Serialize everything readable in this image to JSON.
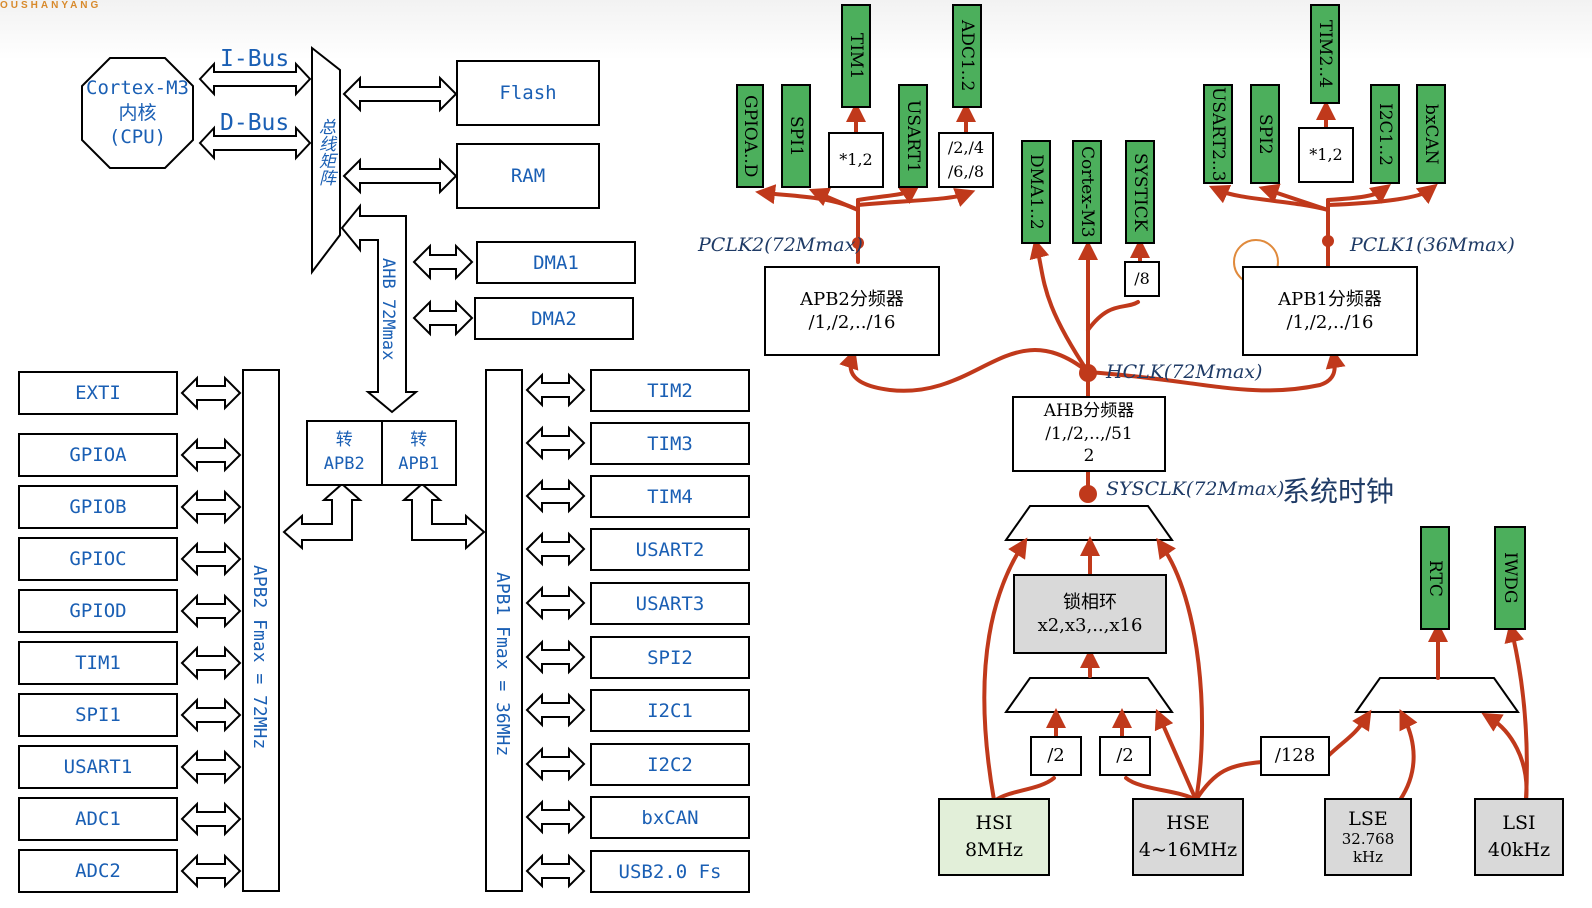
{
  "watermark": "OUSHANYANG",
  "left": {
    "cpu": {
      "name": "Cortex-M3",
      "line2": "内核",
      "line3": "(CPU)"
    },
    "ibus": "I-Bus",
    "dbus": "D-Bus",
    "matrix": "总线矩阵",
    "flash": "Flash",
    "ram": "RAM",
    "ahb": "AHB 72Mmax",
    "dma1": "DMA1",
    "dma2": "DMA2",
    "bridge": {
      "apb2_top": "转",
      "apb2": "APB2",
      "apb1_top": "转",
      "apb1": "APB1"
    },
    "apb2_bus": "APB2 Fmax = 72MHz",
    "apb1_bus": "APB1 Fmax = 36MHz",
    "apb2_periph": [
      "EXTI",
      "GPIOA",
      "GPIOB",
      "GPIOC",
      "GPIOD",
      "TIM1",
      "SPI1",
      "USART1",
      "ADC1",
      "ADC2"
    ],
    "apb1_periph": [
      "TIM2",
      "TIM3",
      "TIM4",
      "USART2",
      "USART3",
      "SPI2",
      "I2C1",
      "I2C2",
      "bxCAN",
      "USB2.0 Fs"
    ]
  },
  "right": {
    "apb2_green": [
      "GPIOA..D",
      "SPI1",
      "TIM1",
      "USART1",
      "ADC1..2"
    ],
    "apb2_mul": "*1,2",
    "apb2_div": [
      "/2,/4",
      "/6,/8"
    ],
    "ahb_green": [
      "DMA1..2",
      "Cortex-M3",
      "SYSTICK"
    ],
    "systick_div": "/8",
    "apb1_green": [
      "USART2..3",
      "SPI2",
      "TIM2..4",
      "I2C1..2",
      "bxCAN"
    ],
    "apb1_mul": "*1,2",
    "pclk2": "PCLK2(72Mmax)",
    "pclk1": "PCLK1(36Mmax)",
    "apb2_prescaler": {
      "title": "APB2分频器",
      "values": "/1,/2,../16"
    },
    "apb1_prescaler": {
      "title": "APB1分频器",
      "values": "/1,/2,../16"
    },
    "hclk": "HCLK(72Mmax)",
    "ahb_prescaler": {
      "title": "AHB分频器",
      "values": "/1,/2,..,/51",
      "values2": "2"
    },
    "sysclk": "SYSCLK(72Mmax)",
    "sysclk_cn": "系统时钟",
    "pll": {
      "title": "锁相环",
      "values": "x2,x3,..,x16"
    },
    "div2a": "/2",
    "div2b": "/2",
    "div128": "/128",
    "rtc": "RTC",
    "iwdg": "IWDG",
    "hsi": {
      "name": "HSI",
      "freq": "8MHz"
    },
    "hse": {
      "name": "HSE",
      "freq": "4~16MHz"
    },
    "lse": {
      "name": "LSE",
      "freq1": "32.768",
      "freq2": "kHz"
    },
    "lsi": {
      "name": "LSI",
      "freq": "40kHz"
    }
  },
  "colors": {
    "wire": "#c0391b",
    "green": "#4caf5c",
    "blue_text": "#1a5fb4",
    "hsi_fill": "#e2efd9",
    "grey_fill": "#d9d9d9"
  }
}
